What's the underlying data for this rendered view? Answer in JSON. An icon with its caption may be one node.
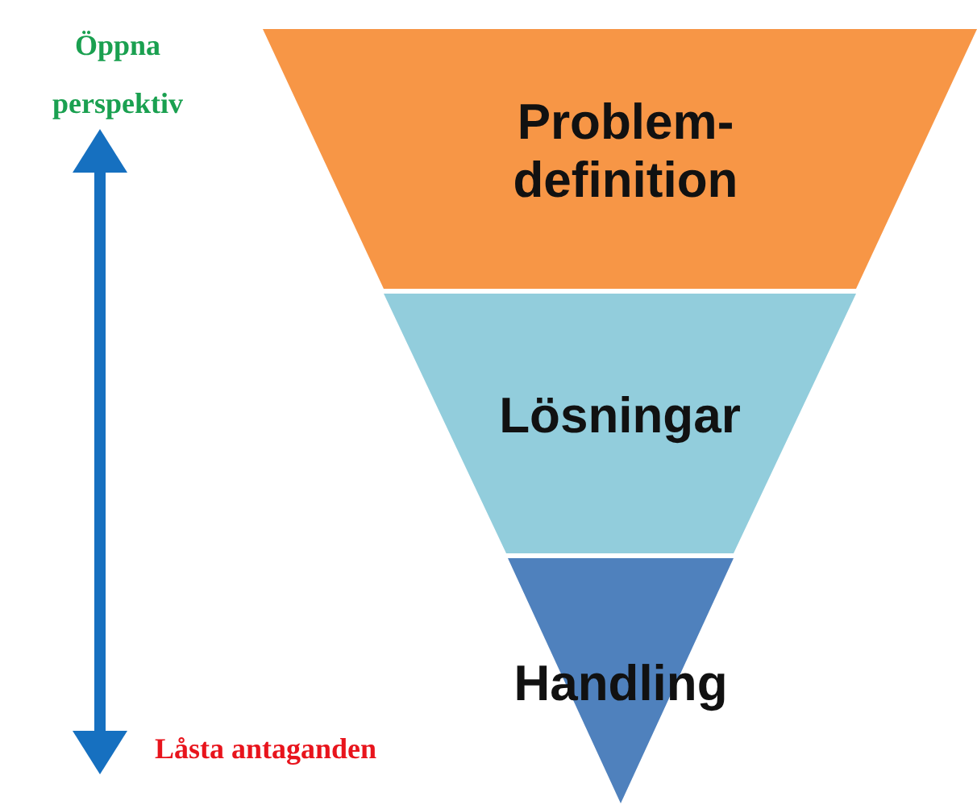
{
  "diagram": {
    "nodes": [
      {
        "text": [
          "Problem- definition"
        ]
      },
      {
        "text": [
          "Lösningar"
        ]
      },
      {
        "text": [
          "Handling"
        ]
      }
    ],
    "labels": [
      "Öppna perspektiv",
      "Låsta antaganden"
    ]
  }
}
